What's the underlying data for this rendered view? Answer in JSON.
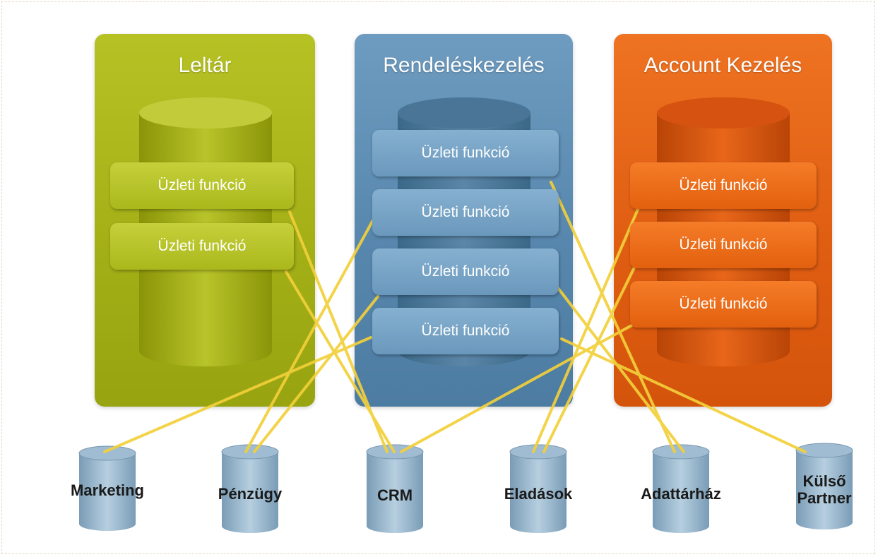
{
  "domains": [
    {
      "title": "Leltár",
      "color": "#a4b016"
    },
    {
      "title": "Rendeléskezelés",
      "color": "#5887ae"
    },
    {
      "title": "Account Kezelés",
      "color": "#e05e12"
    }
  ],
  "business_function_label": "Üzleti funkció",
  "systems": [
    {
      "label": "Marketing"
    },
    {
      "label": "Pénzügy"
    },
    {
      "label": "CRM"
    },
    {
      "label": "Eladások"
    },
    {
      "label": "Adattárház"
    },
    {
      "label_line1": "Külső",
      "label_line2": "Partner"
    }
  ],
  "connector_color": "#f2d03a"
}
